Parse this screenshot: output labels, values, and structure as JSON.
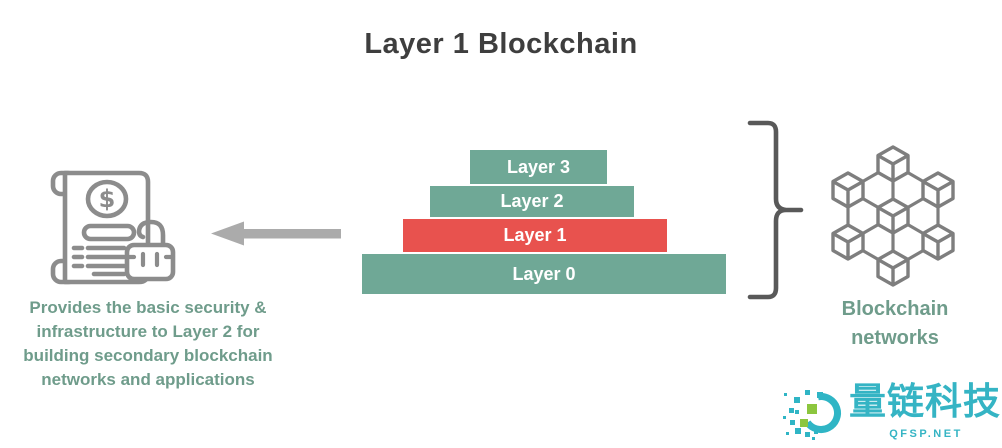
{
  "title": "Layer 1 Blockchain",
  "diagram": {
    "pyramid": {
      "layers": [
        {
          "label": "Layer 3",
          "color": "#6FA896",
          "text_color": "#ffffff"
        },
        {
          "label": "Layer 2",
          "color": "#6FA896",
          "text_color": "#ffffff"
        },
        {
          "label": "Layer 1",
          "color": "#E8524E",
          "text_color": "#ffffff"
        },
        {
          "label": "Layer 0",
          "color": "#6FA896",
          "text_color": "#ffffff"
        }
      ]
    },
    "left_annotation": {
      "icon": "financial-document-lock-icon",
      "text": "Provides the basic security &\ninfrastructure to Layer 2 for\nbuilding secondary blockchain\nnetworks and applications",
      "text_color": "#6F9C8B"
    },
    "right_annotation": {
      "icon": "blockchain-network-icon",
      "label": "Blockchain\nnetworks",
      "text_color": "#6F9C8B"
    },
    "arrow_icon": "left-arrow-icon",
    "brace_icon": "curly-brace-icon",
    "arrow_color": "#ABABAB",
    "brace_color": "#595959",
    "icon_color": "#8C8C8C"
  },
  "watermark": {
    "logo_icon": "qfsp-logo-icon",
    "brand_name": "量链科技",
    "brand_url": "QFSP.NET",
    "brand_color": "#35B4C4",
    "logo_teal": "#2FB5C5",
    "logo_green": "#8CC63E"
  }
}
